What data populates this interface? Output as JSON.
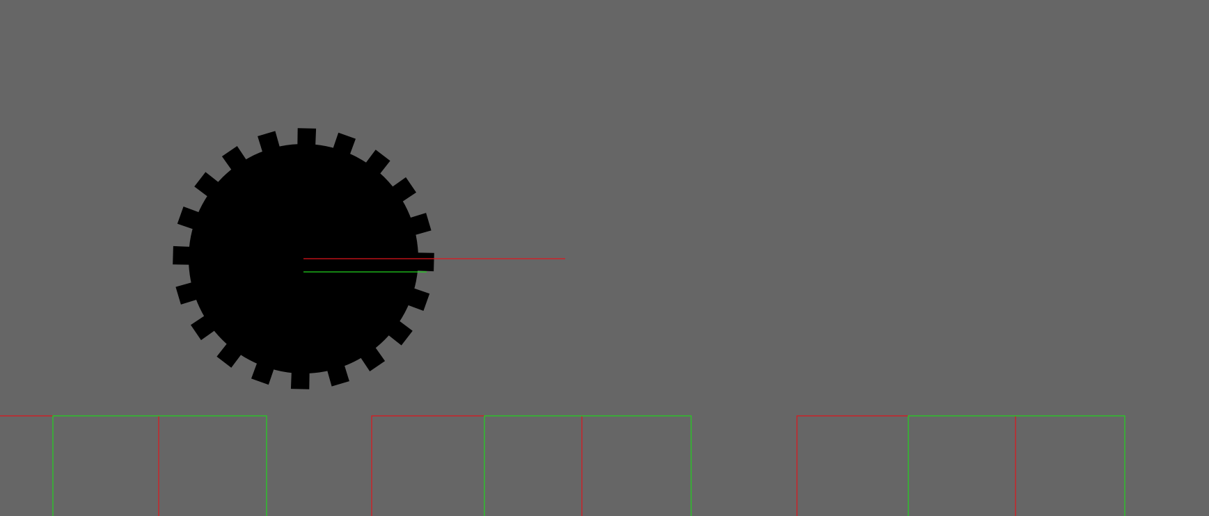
{
  "colors": {
    "background": "#666666",
    "gear": "#000000",
    "red_signal": "#e0151c",
    "green_signal": "#22d41f"
  },
  "gear": {
    "teeth_count": 20,
    "icon": "gear-icon"
  },
  "indicators": [
    {
      "name": "red-indicator",
      "color": "red"
    },
    {
      "name": "green-indicator",
      "color": "green"
    }
  ],
  "waveform_groups": 3
}
